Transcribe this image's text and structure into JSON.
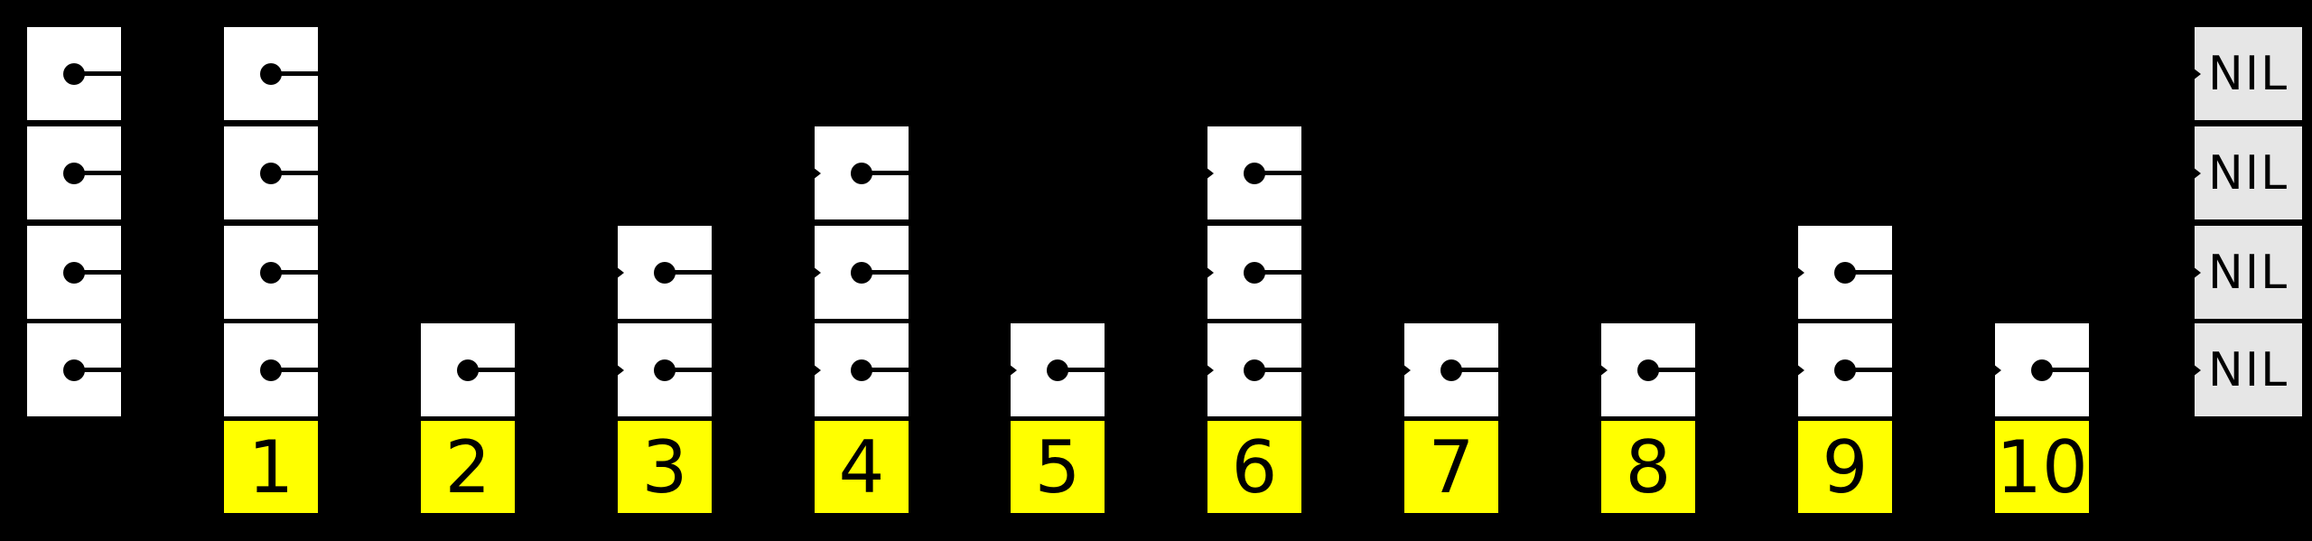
{
  "diagram": {
    "title": "skip-list",
    "background_color": "#000000",
    "max_levels": 4,
    "head": {
      "levels": 4,
      "has_arrowhead_notch": false
    },
    "nodes": [
      {
        "label": "1",
        "levels": 4,
        "has_arrowhead_notch": false
      },
      {
        "label": "2",
        "levels": 1,
        "has_arrowhead_notch": false
      },
      {
        "label": "3",
        "levels": 2,
        "has_arrowhead_notch": true
      },
      {
        "label": "4",
        "levels": 3,
        "has_arrowhead_notch": true
      },
      {
        "label": "5",
        "levels": 1,
        "has_arrowhead_notch": true
      },
      {
        "label": "6",
        "levels": 3,
        "has_arrowhead_notch": true
      },
      {
        "label": "7",
        "levels": 1,
        "has_arrowhead_notch": true
      },
      {
        "label": "8",
        "levels": 1,
        "has_arrowhead_notch": true
      },
      {
        "label": "9",
        "levels": 2,
        "has_arrowhead_notch": true
      },
      {
        "label": "10",
        "levels": 1,
        "has_arrowhead_notch": true
      }
    ],
    "nil": {
      "label": "NIL",
      "levels": 4,
      "has_arrowhead_notch": true,
      "fill_color": "#e6e6e6"
    },
    "colors": {
      "node_fill": "#ffffff",
      "key_label_fill": "#ffff00",
      "pointer": "#000000",
      "text": "#000000"
    }
  }
}
